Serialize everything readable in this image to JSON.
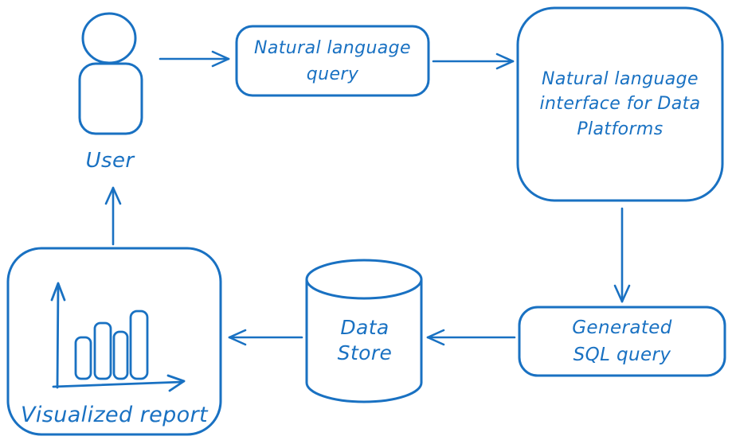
{
  "diagram": {
    "colors": {
      "stroke": "#1971c2",
      "background": "#ffffff"
    },
    "nodes": {
      "user": {
        "label": "User",
        "icon": "person-icon",
        "shape": "figure"
      },
      "nlq": {
        "label": "Natural language\nquery",
        "shape": "rounded-rectangle"
      },
      "nlidp": {
        "label": "Natural language\ninterface for Data\nPlatforms",
        "shape": "rounded-rectangle"
      },
      "sql": {
        "label": "Generated\nSQL query",
        "shape": "rounded-rectangle"
      },
      "datastore": {
        "label": "Data\nStore",
        "icon": "database-cylinder-icon",
        "shape": "cylinder"
      },
      "report": {
        "label": "Visualized report",
        "icon": "bar-chart-icon",
        "shape": "rounded-rectangle"
      }
    },
    "edges": [
      {
        "from": "user",
        "to": "nlq",
        "direction": "right"
      },
      {
        "from": "nlq",
        "to": "nlidp",
        "direction": "right"
      },
      {
        "from": "nlidp",
        "to": "sql",
        "direction": "down"
      },
      {
        "from": "sql",
        "to": "datastore",
        "direction": "left"
      },
      {
        "from": "datastore",
        "to": "report",
        "direction": "left"
      },
      {
        "from": "report",
        "to": "user",
        "direction": "up"
      }
    ]
  }
}
